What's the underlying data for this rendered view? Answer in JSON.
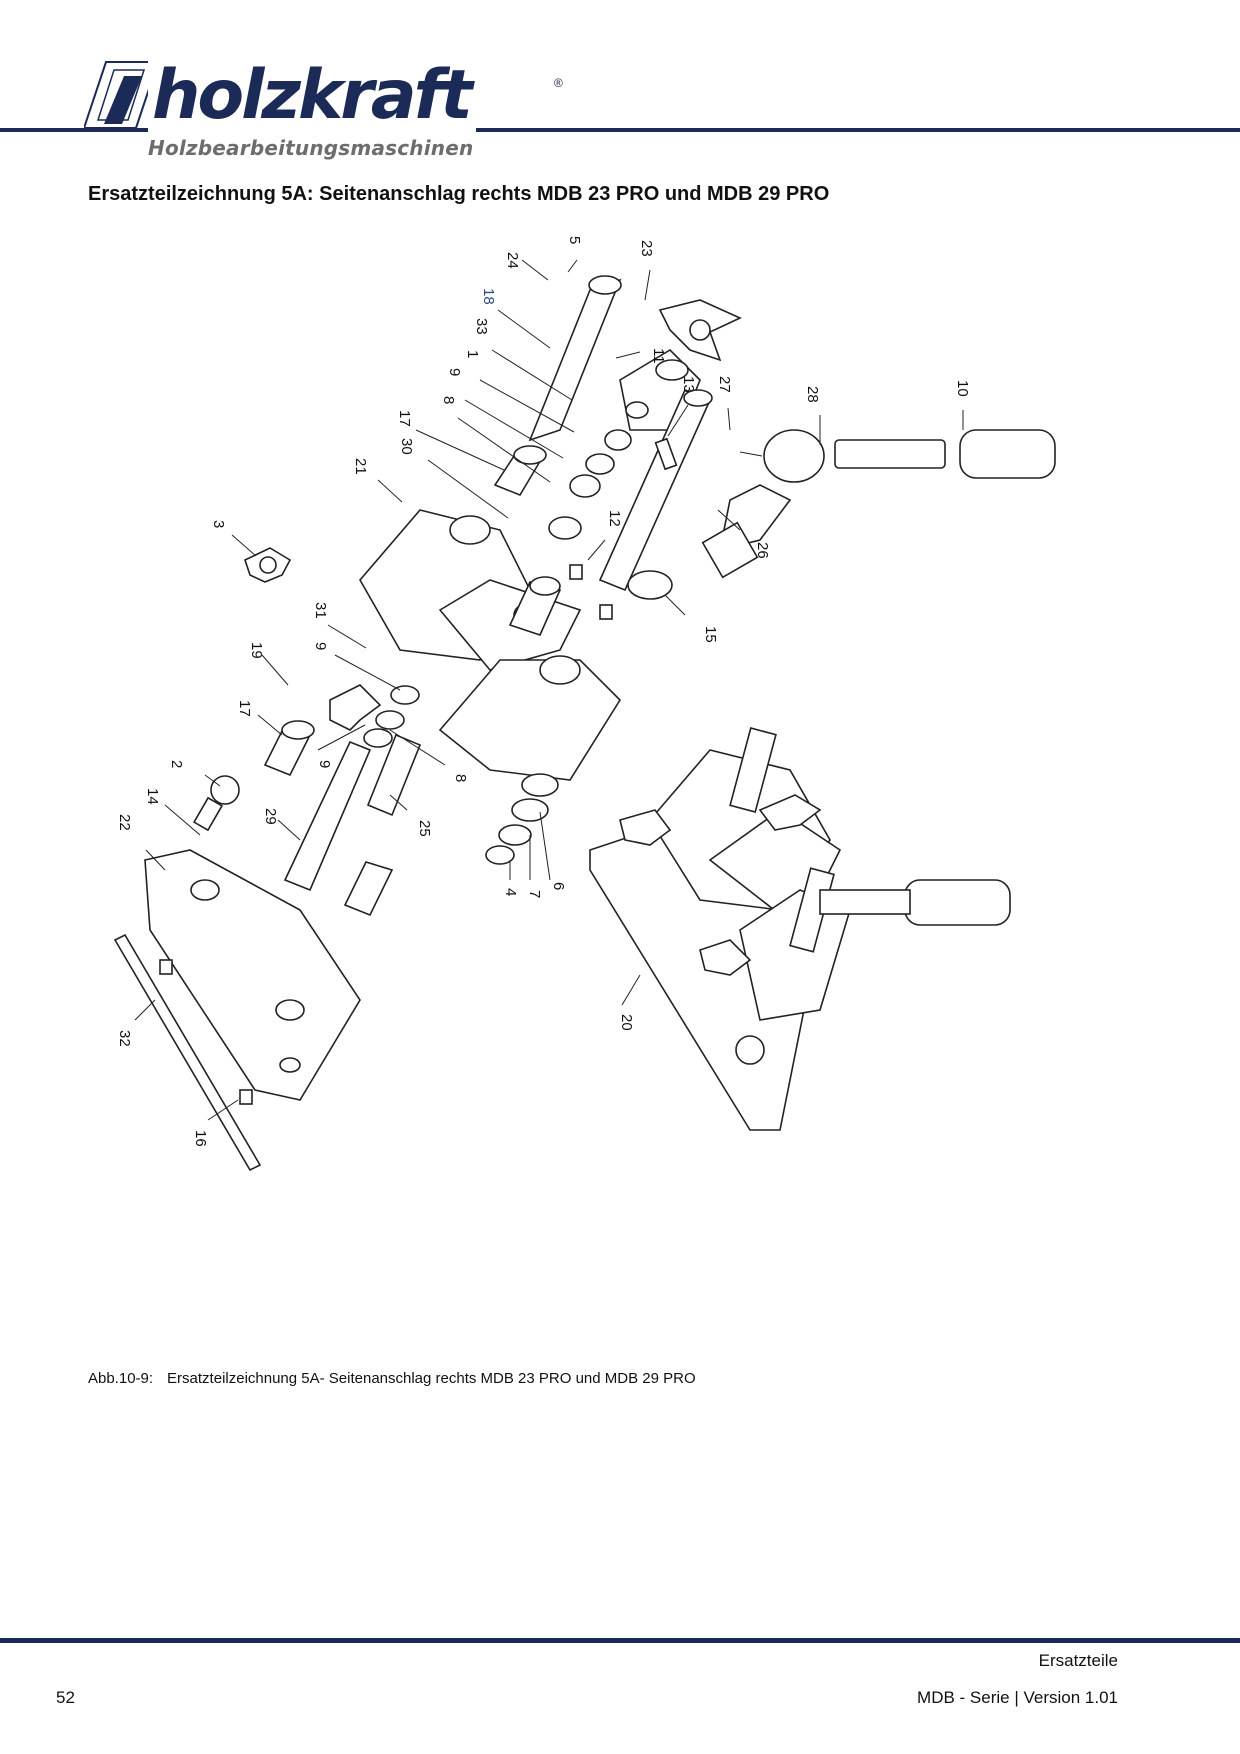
{
  "logo": {
    "brand": "holzkraft",
    "registered": "®",
    "tagline": "Holzbearbeitungsmaschinen"
  },
  "title": "Ersatzteilzeichnung 5A: Seitenanschlag rechts MDB 23 PRO und MDB 29 PRO",
  "part_numbers": [
    "24",
    "5",
    "23",
    "18",
    "33",
    "11",
    "1",
    "9",
    "8",
    "17",
    "30",
    "13",
    "27",
    "28",
    "10",
    "21",
    "3",
    "12",
    "26",
    "31",
    "15",
    "19",
    "9",
    "17",
    "2",
    "9",
    "8",
    "14",
    "29",
    "25",
    "22",
    "4",
    "7",
    "6",
    "20",
    "32",
    "16"
  ],
  "caption": {
    "label": "Abb.10-9:",
    "text": "Ersatzteilzeichnung 5A- Seitenanschlag rechts MDB 23 PRO und MDB 29 PRO"
  },
  "footer": {
    "section": "Ersatzteile",
    "page_number": "52",
    "series": "MDB - Serie |  Version 1.01"
  },
  "colors": {
    "brand_navy": "#1b2a57",
    "tagline_gray": "#6d6d6d"
  }
}
